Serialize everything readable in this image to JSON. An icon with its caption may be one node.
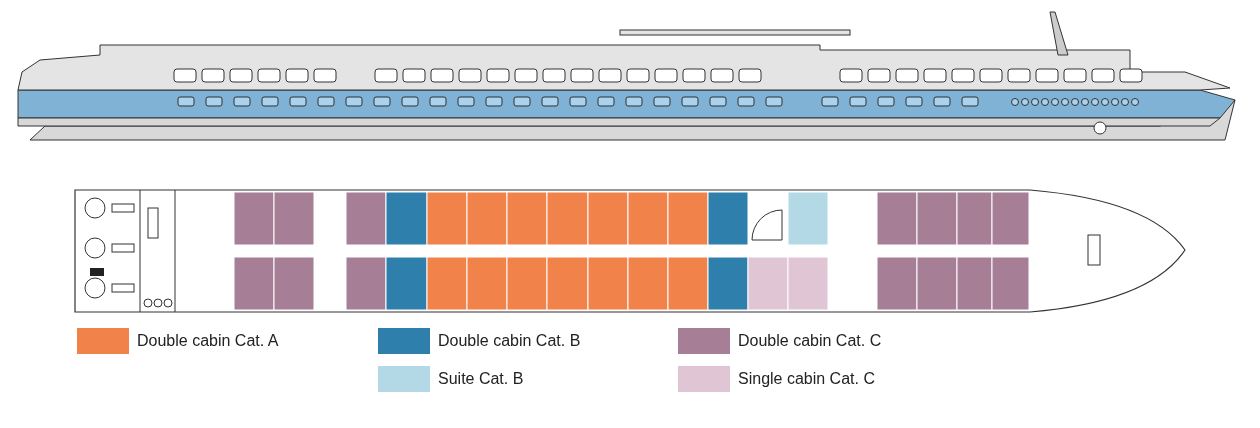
{
  "diagram": {
    "legend": [
      {
        "text": "Double cabin Cat. A",
        "color": "#f0824a"
      },
      {
        "text": "Double cabin Cat. B",
        "color": "#2e7fab"
      },
      {
        "text": "Double cabin Cat. C",
        "color": "#a67f97"
      },
      {
        "text": "Suite Cat. B",
        "color": "#b3d8e6"
      },
      {
        "text": "Single cabin Cat. C",
        "color": "#e0c5d5"
      }
    ]
  }
}
